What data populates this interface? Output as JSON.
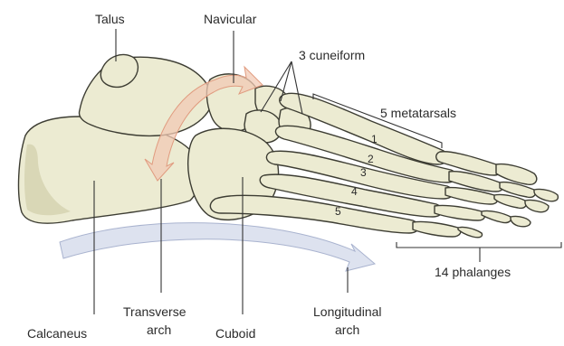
{
  "labels": {
    "talus": "Talus",
    "navicular": "Navicular",
    "cuneiform": "3 cuneiform",
    "metatarsals": "5 metatarsals",
    "phalanges": "14 phalanges",
    "calcaneus": "Calcaneus",
    "transverse_line1": "Transverse",
    "transverse_line2": "arch",
    "cuboid": "Cuboid",
    "longitudinal_line1": "Longitudinal",
    "longitudinal_line2": "arch",
    "metatarsal_numbers": [
      "1",
      "2",
      "3",
      "4",
      "5"
    ]
  },
  "colors": {
    "bone_fill": "#ecebd2",
    "bone_outline": "#3d3d33",
    "transverse_arrow": "#f2c9b4",
    "longitudinal_arrow": "#dde2ef",
    "label_text": "#2b2b2b"
  }
}
